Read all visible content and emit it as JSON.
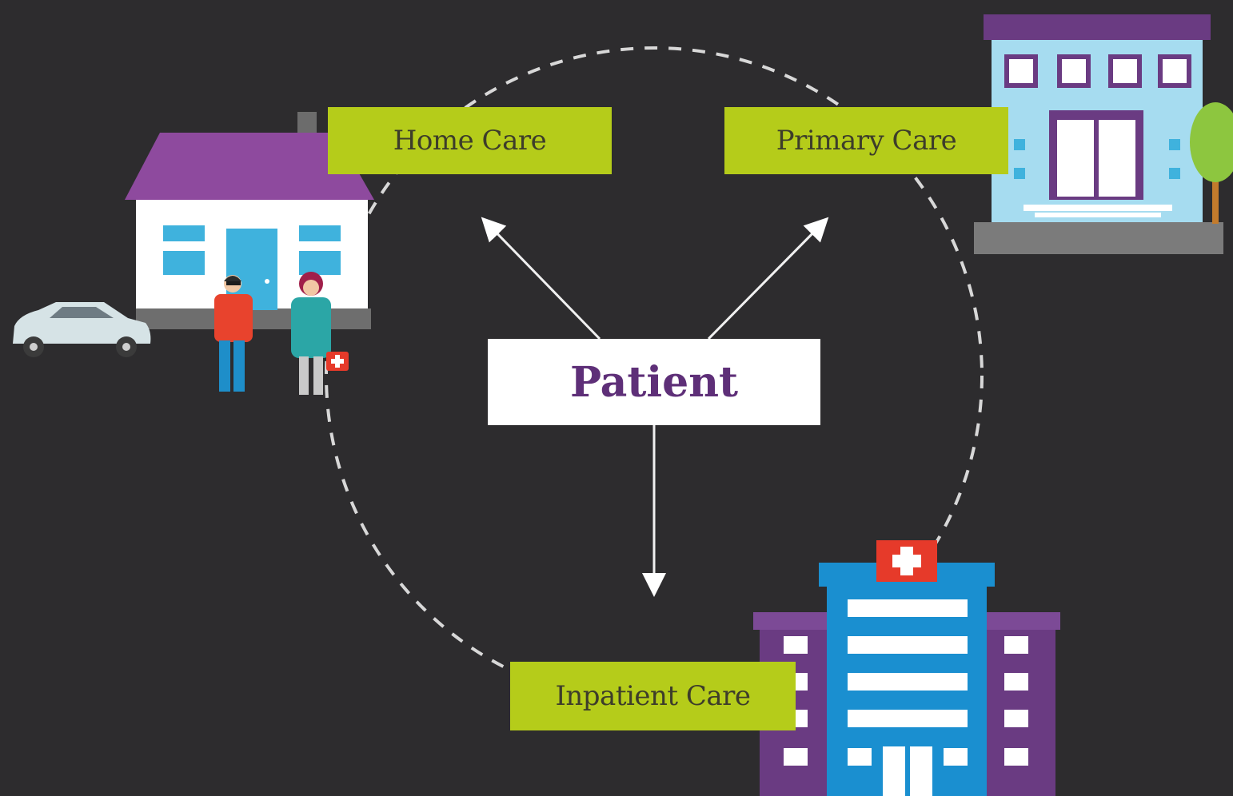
{
  "diagram": {
    "center": {
      "label": "Patient"
    },
    "nodes": [
      {
        "id": "home",
        "label": "Home Care",
        "illustration": "house-with-caregiver-and-patient"
      },
      {
        "id": "primary",
        "label": "Primary Care",
        "illustration": "clinic-building"
      },
      {
        "id": "inpatient",
        "label": "Inpatient Care",
        "illustration": "hospital-building"
      }
    ],
    "edges": [
      {
        "from": "Patient",
        "to": "Home Care"
      },
      {
        "from": "Patient",
        "to": "Primary Care"
      },
      {
        "from": "Patient",
        "to": "Inpatient Care"
      }
    ],
    "cycle": "dashed-circle-connecting-all-care-settings"
  },
  "colors": {
    "background": "#2d2c2e",
    "label_green": "#b5cc1a",
    "patient_text": "#5e2f78",
    "purple_roof": "#8e4a9e",
    "building_blue": "#1a8fd0",
    "clinic_blue": "#a6dcf0",
    "cross_red": "#e63a2a"
  }
}
